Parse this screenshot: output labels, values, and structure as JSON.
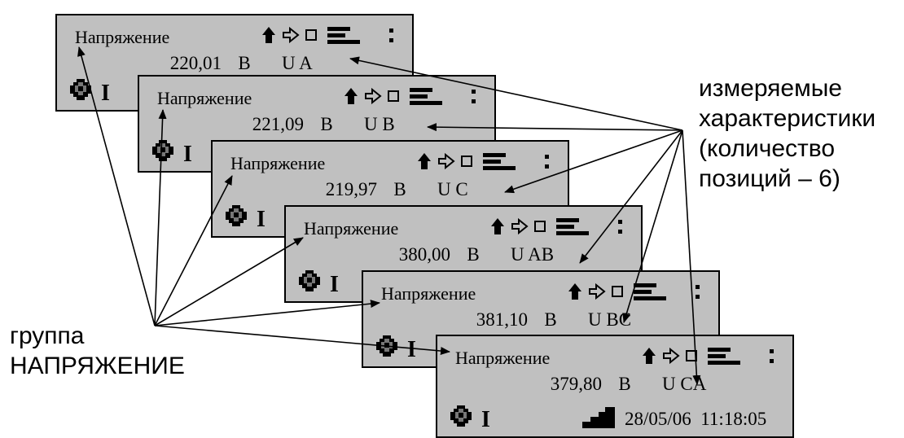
{
  "panels": [
    {
      "title": "Напряжение",
      "value": "220,01",
      "unit": "В",
      "param": "U A"
    },
    {
      "title": "Напряжение",
      "value": "221,09",
      "unit": "В",
      "param": "U B"
    },
    {
      "title": "Напряжение",
      "value": "219,97",
      "unit": "В",
      "param": "U C"
    },
    {
      "title": "Напряжение",
      "value": "380,00",
      "unit": "В",
      "param": "U AB"
    },
    {
      "title": "Напряжение",
      "value": "381,10",
      "unit": "В",
      "param": "U BC"
    },
    {
      "title": "Напряжение",
      "value": "379,80",
      "unit": "В",
      "param": "U CA"
    }
  ],
  "indicator_label": "I",
  "footer": {
    "datetime": "28/05/06  11:18:05"
  },
  "captions": {
    "measured_lines": [
      "измеряемые",
      "характеристики",
      "(количество",
      "позиций – 6)"
    ],
    "group_lines": [
      "группа",
      "НАПРЯЖЕНИЕ"
    ]
  },
  "icons": [
    "up-arrow-icon",
    "right-arrow-icon",
    "square-icon",
    "bars-icon",
    "colon-icon",
    "gear-icon",
    "stairs-icon"
  ]
}
